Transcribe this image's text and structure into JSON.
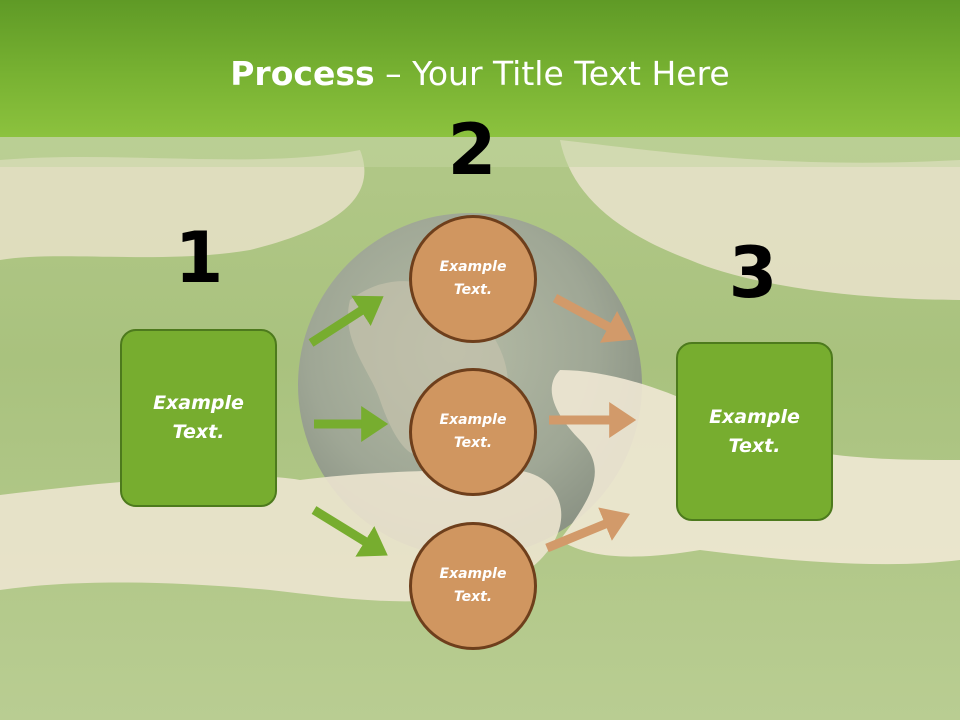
{
  "slide": {
    "title_bold": "Process",
    "title_rest": " – Your Title Text Here"
  },
  "steps": [
    {
      "number": "1",
      "label": "Example\nText."
    },
    {
      "number": "2"
    },
    {
      "number": "3",
      "label": "Example\nText."
    }
  ],
  "circles": [
    {
      "label": "Example\nText."
    },
    {
      "label": "Example\nText."
    },
    {
      "label": "Example\nText."
    }
  ],
  "colors": {
    "header_green": "#78b232",
    "box_green": "#77ad2f",
    "circle_tan": "#d09660",
    "arrow_green": "#77ad2f",
    "arrow_tan": "#d29a6a"
  },
  "icons": {
    "background": "globe-in-hands-photo"
  }
}
